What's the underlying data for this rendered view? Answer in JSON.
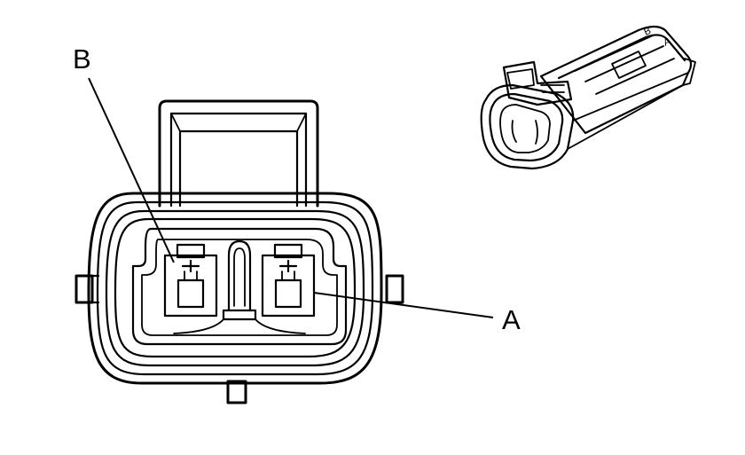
{
  "callouts": {
    "b": {
      "label": "B"
    },
    "a": {
      "label": "A"
    }
  },
  "connector_housing": {
    "terminal_marks": [
      "B",
      "A"
    ]
  }
}
